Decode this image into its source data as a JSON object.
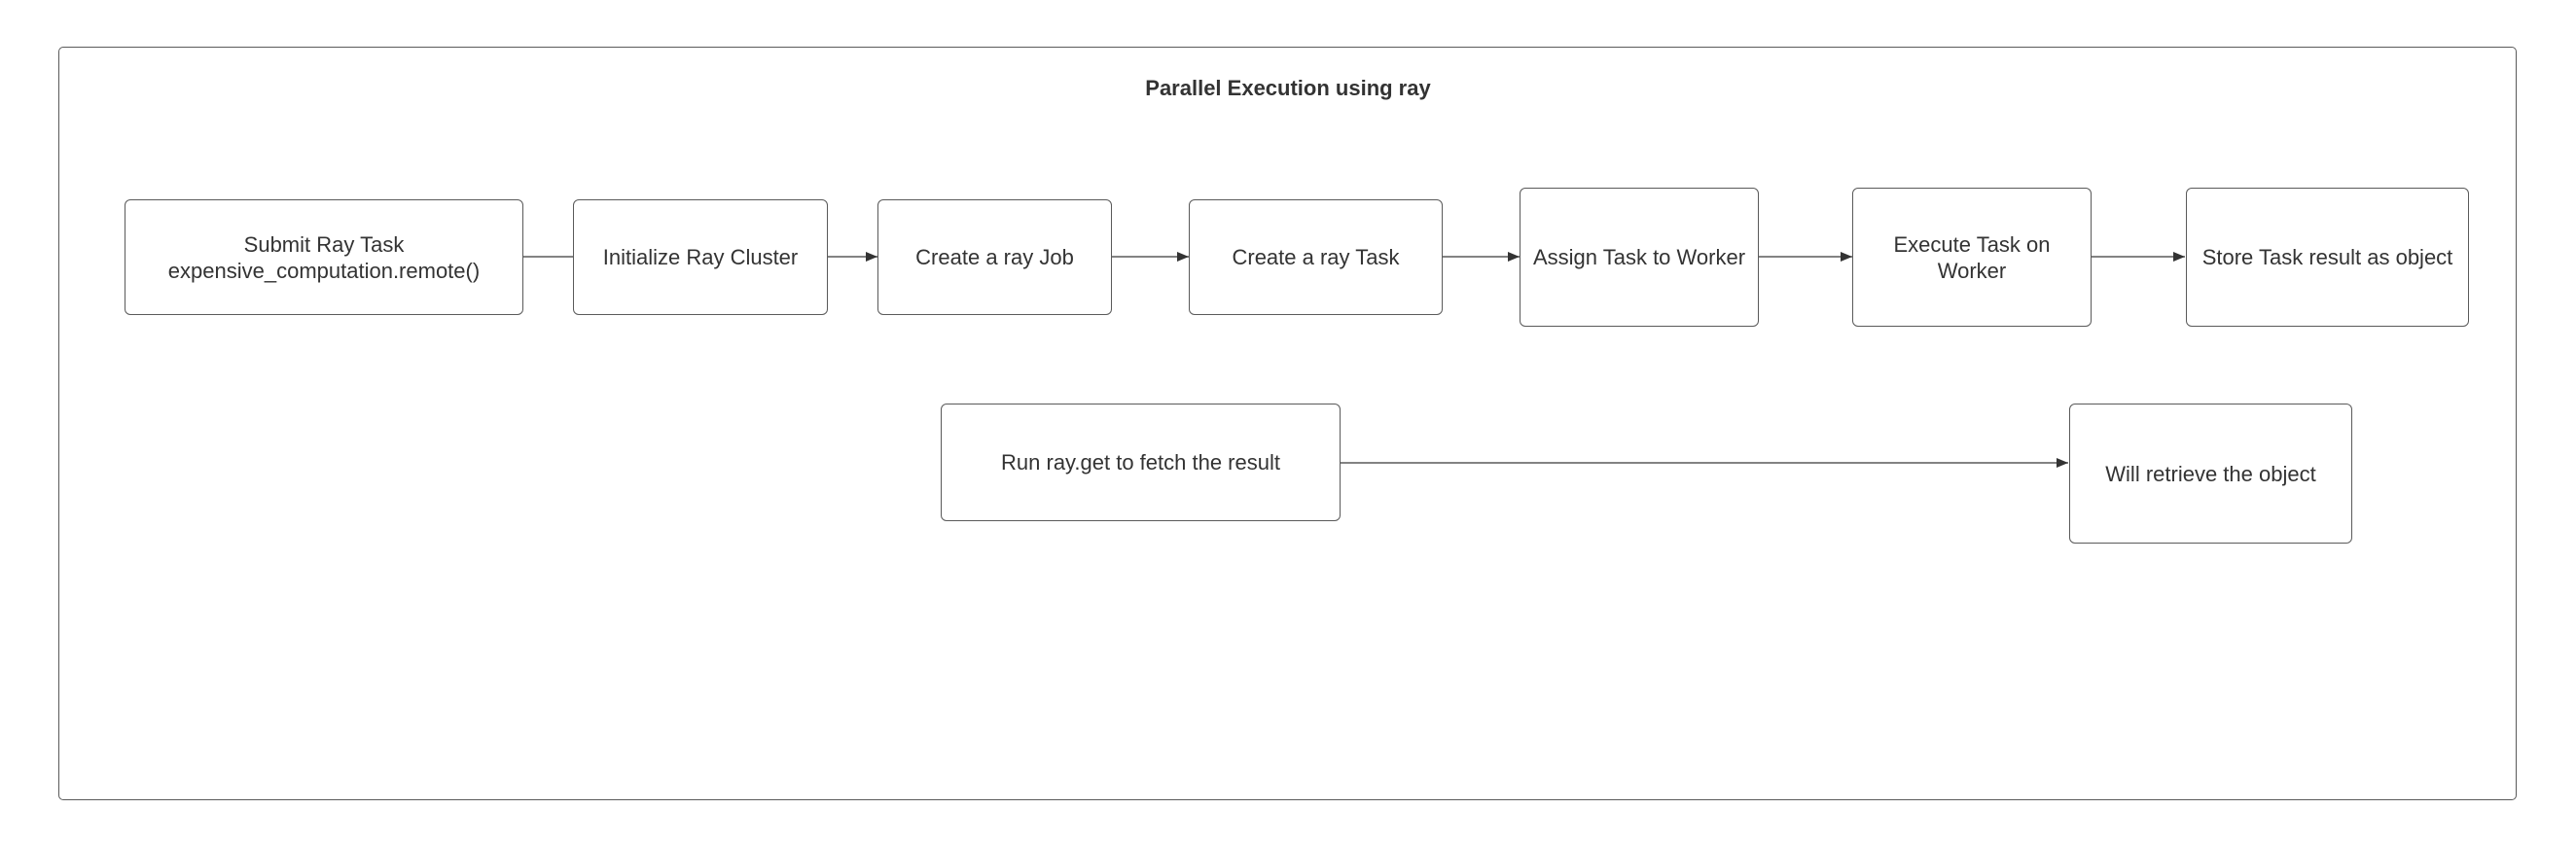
{
  "title": "Parallel Execution using ray",
  "nodes": {
    "submit": {
      "line1": "Submit Ray Task",
      "line2": "expensive_computation.remote()"
    },
    "init": "Initialize Ray Cluster",
    "job": "Create a ray Job",
    "task": "Create a ray Task",
    "assign": "Assign Task to Worker",
    "execute": {
      "line1": "Execute Task on",
      "line2": "Worker"
    },
    "store": "Store Task result as object",
    "run": "Run ray.get to fetch the result",
    "retrieve": "Will retrieve the object"
  },
  "colors": {
    "stroke": "#5a5a5a",
    "text": "#333333",
    "background": "#ffffff"
  }
}
